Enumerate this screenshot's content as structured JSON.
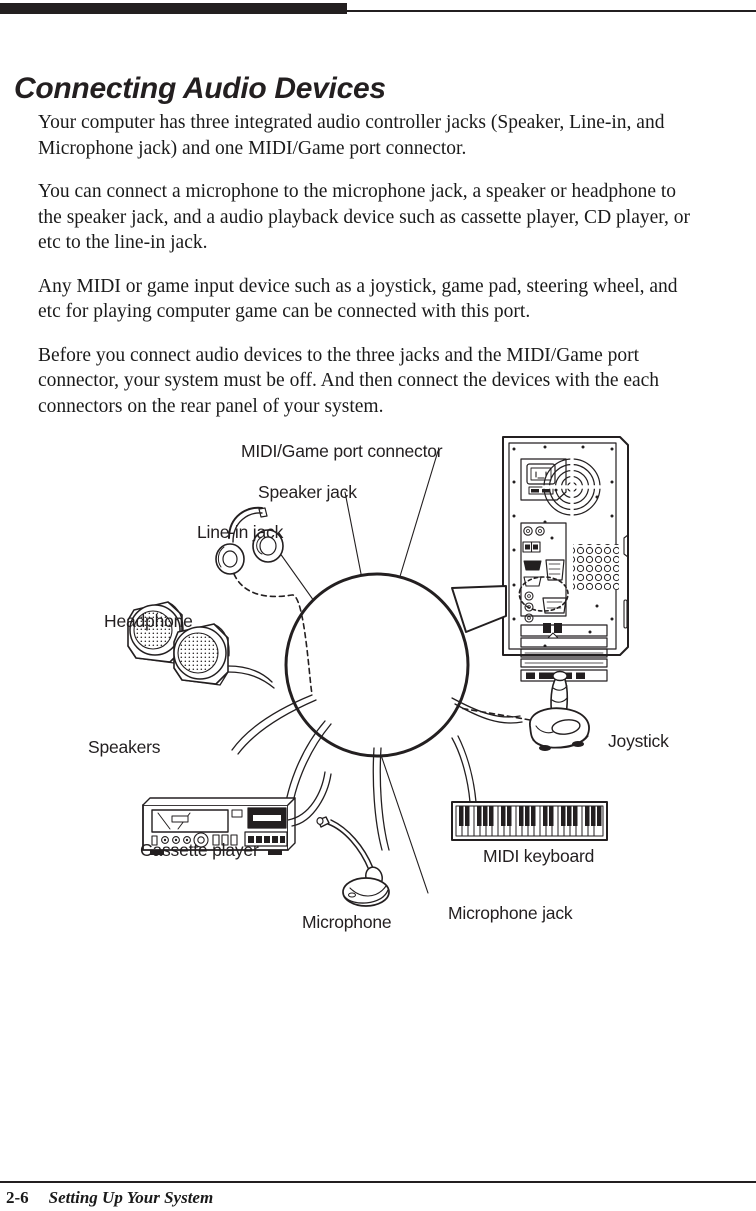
{
  "document": {
    "heading": "Connecting Audio Devices",
    "paragraphs": [
      "Your computer has three integrated audio controller jacks (Speaker, Line-in, and Microphone jack) and one MIDI/Game port connector.",
      "You can connect a microphone to the microphone jack, a speaker or headphone to the speaker jack, and a audio playback device such as cassette player, CD player, or etc to the line-in jack.",
      "Any MIDI or game input device such as a joystick, game pad, steering wheel, and etc for playing computer game can be connected with this port.",
      "Before you connect audio devices to the three jacks and the MIDI/Game port connector, your system must be off. And then connect the devices with the each connectors on the rear panel of your system."
    ]
  },
  "figure": {
    "labels": {
      "midi_game_port_connector": "MIDI/Game port connector",
      "speaker_jack": "Speaker jack",
      "line_in_jack": "Line-in jack",
      "headphone": "Headphone",
      "speakers": "Speakers",
      "cassette_player": "Cassette player",
      "microphone": "Microphone",
      "microphone_jack": "Microphone jack",
      "midi_keyboard": "MIDI keyboard",
      "joystick": "Joystick"
    }
  },
  "footer": {
    "page_number": "2-6",
    "section_title": "Setting Up Your System"
  },
  "colors": {
    "ink": "#231f20",
    "text": "#1a1a1a",
    "paper": "#ffffff"
  }
}
